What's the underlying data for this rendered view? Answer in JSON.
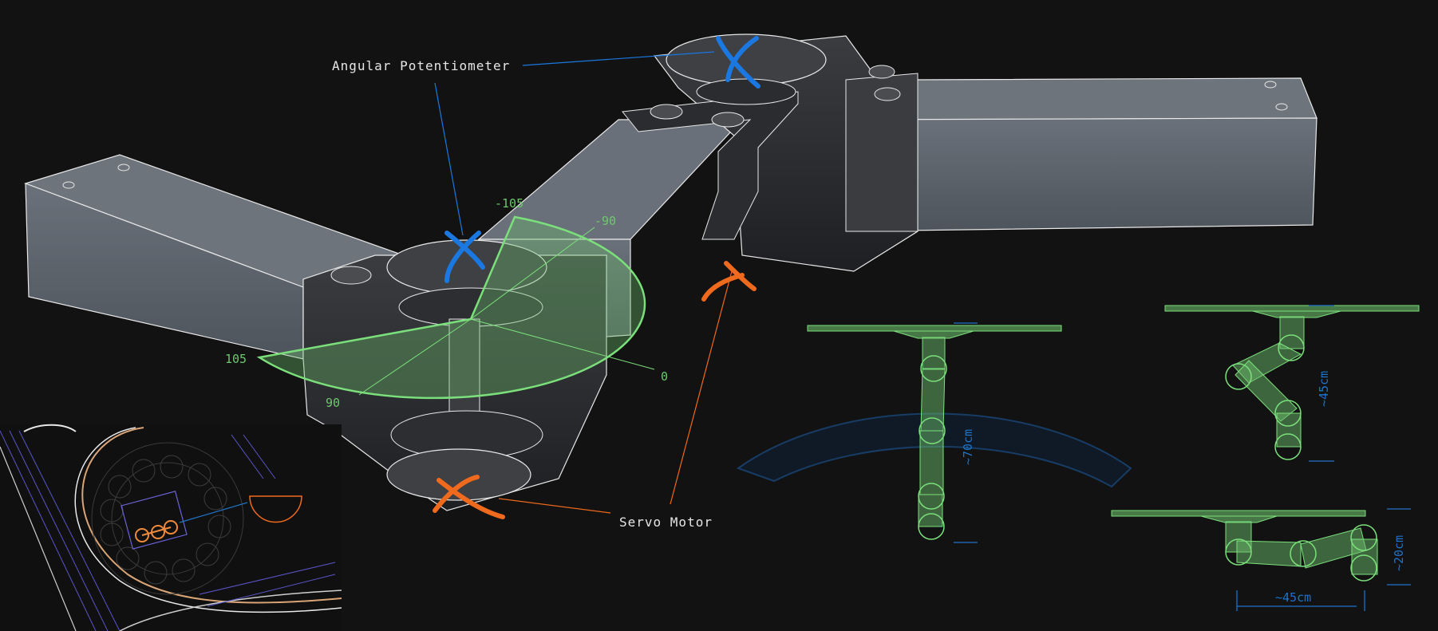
{
  "annotations": {
    "potentiometer": "Angular Potentiometer",
    "servo": "Servo Motor"
  },
  "angles": {
    "a_neg105": "-105",
    "a_neg90": "-90",
    "a_105": "105",
    "a_90": "90",
    "a_0": "0"
  },
  "dimensions": {
    "reach_70": "~70cm",
    "reach_45_folded": "~45cm",
    "height_20": "~20cm",
    "width_45": "~45cm"
  },
  "colors": {
    "background": "#121212",
    "arm_fill": "#5d636b",
    "outline": "#e8e8e8",
    "range_green": "#7be07b",
    "marker_blue": "#1a78e0",
    "marker_orange": "#ef6a1c",
    "dim_blue": "#1f73c9"
  }
}
